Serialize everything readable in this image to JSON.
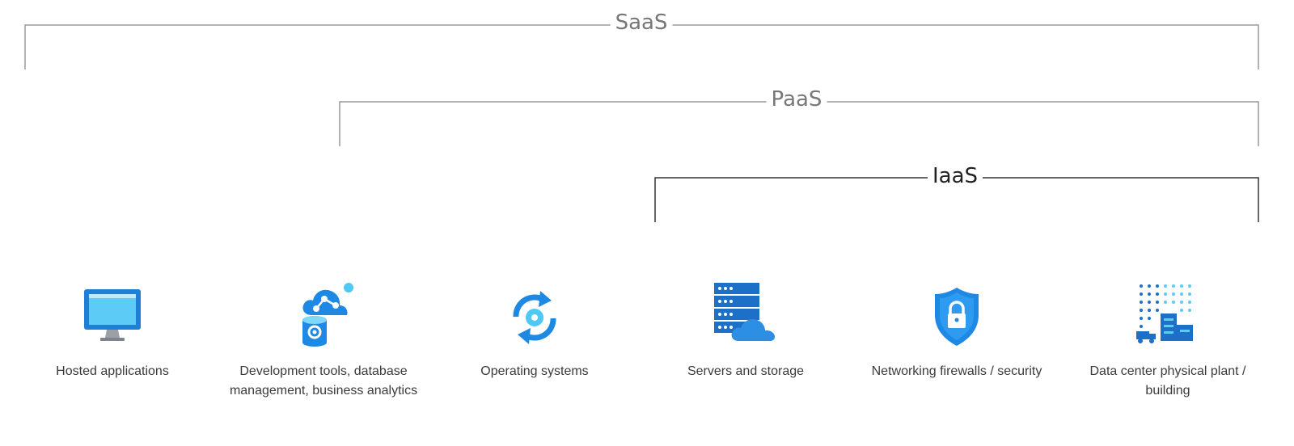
{
  "layers": {
    "saas": {
      "label": "SaaS"
    },
    "paas": {
      "label": "PaaS"
    },
    "iaas": {
      "label": "IaaS"
    }
  },
  "components": [
    {
      "label": "Hosted applications",
      "icon": "monitor-icon"
    },
    {
      "label": "Development tools, database management, business analytics",
      "icon": "cloud-database-icon"
    },
    {
      "label": "Operating systems",
      "icon": "refresh-gear-icon"
    },
    {
      "label": "Servers and storage",
      "icon": "server-cloud-icon"
    },
    {
      "label": "Networking firewalls / security",
      "icon": "shield-lock-icon"
    },
    {
      "label": "Data center physical plant / building",
      "icon": "building-grid-icon"
    }
  ],
  "colors": {
    "accent": "#1e88e5",
    "bracket_light": "#9a9a9a",
    "bracket_dark": "#333333"
  }
}
